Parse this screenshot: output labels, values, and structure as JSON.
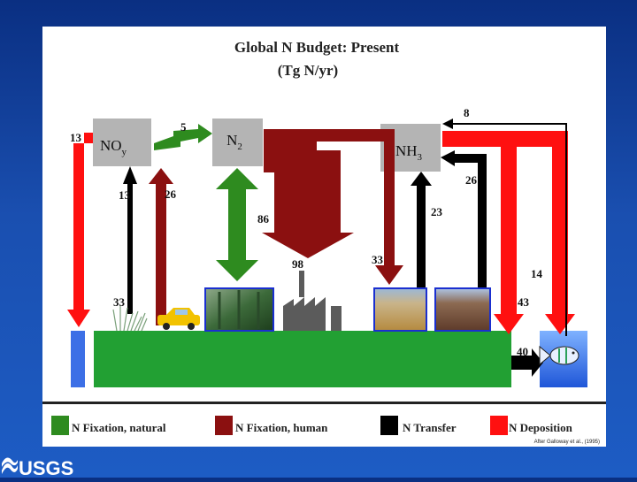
{
  "title_line1": "Global N Budget: Present",
  "title_line2": "(Tg N/yr)",
  "boxes": {
    "noy": {
      "base": "NO",
      "sub": "y"
    },
    "n2": {
      "base": "N",
      "sub": "2"
    },
    "nh3": {
      "base": "NH",
      "sub": "3"
    }
  },
  "flow_labels": {
    "left_13_out": "13",
    "noy_down_13": "13",
    "noy_up_26": "26",
    "to_n2_5": "5",
    "n2_86": "86",
    "industry_98": "98",
    "crop_33": "33",
    "ground_33": "33",
    "nh3_up_23": "23",
    "nh3_in_26": "26",
    "nh3_out_8": "8",
    "dep_14": "14",
    "dep_43": "43",
    "to_ocean_40": "40"
  },
  "legend": [
    {
      "label": "N Fixation, natural",
      "color": "#2e8b1f"
    },
    {
      "label": "N Fixation, human",
      "color": "#8b1010"
    },
    {
      "label": "N Transfer",
      "color": "#000000"
    },
    {
      "label": "N Deposition",
      "color": "#ff1010"
    }
  ],
  "credit": "After Galloway et al., (1995)",
  "logo_text": "USGS",
  "colors": {
    "natural": "#2e8b1f",
    "human": "#8b1010",
    "transfer": "#000000",
    "deposition": "#ff1010",
    "box": "#b4b4b4",
    "land": "#22a033",
    "ocean": "#3c6fe6"
  },
  "icons": [
    "car-icon",
    "forest-photo",
    "factory-icon",
    "wheat-field-photo",
    "plowed-field-photo",
    "fish-icon",
    "grass-icon",
    "usgs-wave-icon"
  ]
}
